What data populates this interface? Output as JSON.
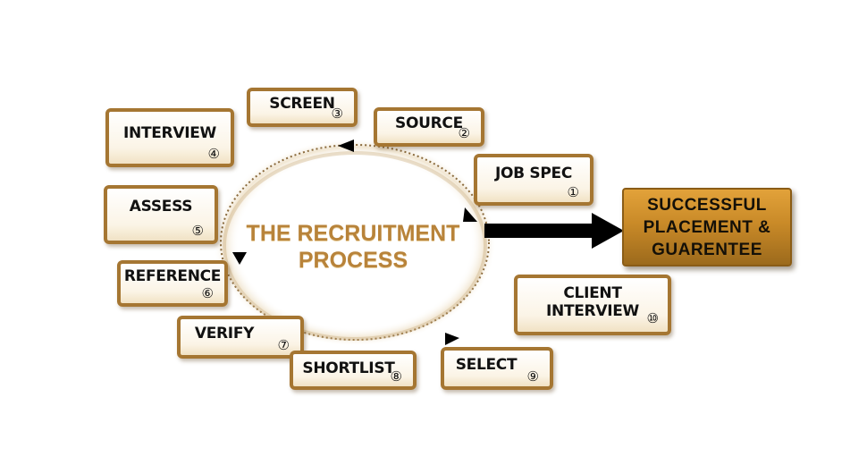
{
  "diagram": {
    "center_title": "THE RECRUITMENT\nPROCESS",
    "result": "SUCCESSFUL\nPLACEMENT &\nGUARENTEE",
    "colors": {
      "box_border": "#a57632",
      "title": "#b8833a",
      "result_fill": "#c98a28",
      "arrow": "#000000"
    },
    "steps": [
      {
        "label": "JOB SPEC",
        "num": "①"
      },
      {
        "label": "SOURCE",
        "num": "②"
      },
      {
        "label": "SCREEN",
        "num": "③"
      },
      {
        "label": "INTERVIEW",
        "num": "④"
      },
      {
        "label": "ASSESS",
        "num": "⑤"
      },
      {
        "label": "REFERENCE",
        "num": "⑥"
      },
      {
        "label": "VERIFY",
        "num": "⑦"
      },
      {
        "label": "SHORTLIST",
        "num": "⑧"
      },
      {
        "label": "SELECT",
        "num": "⑨"
      },
      {
        "label": "CLIENT\nINTERVIEW",
        "num": "⑩"
      }
    ]
  }
}
